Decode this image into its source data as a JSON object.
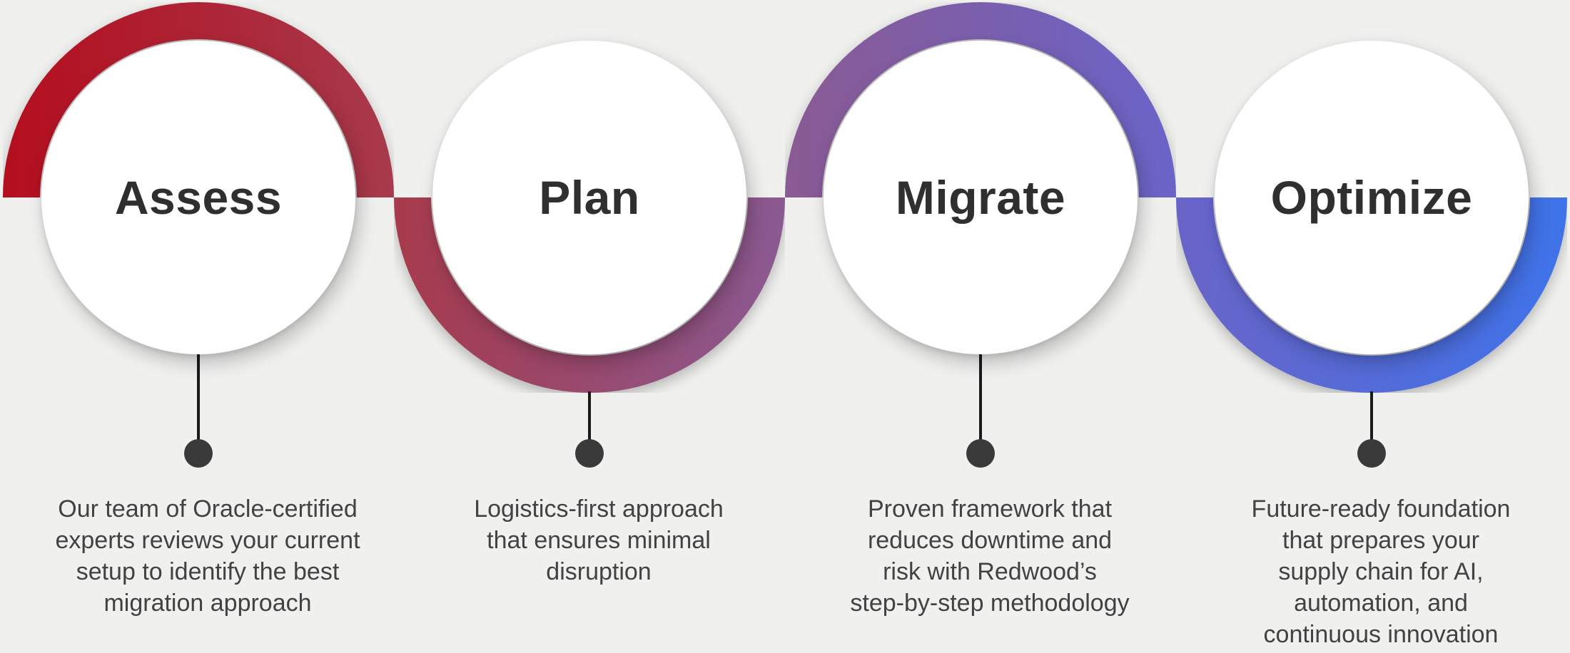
{
  "background": "#f0f0ef",
  "label_color": "#2f2f2f",
  "text_color": "#424242",
  "connector": {
    "line_color": "#1a1a1a",
    "dot_color": "#3a3a3a"
  },
  "steps": [
    {
      "label": "Assess",
      "arc_side": "top",
      "arc_from": "#b40e1e",
      "arc_to": "#a73a4c",
      "description": [
        "Our team of Oracle-certified",
        "experts reviews your current",
        "setup to identify the best",
        "migration approach"
      ]
    },
    {
      "label": "Plan",
      "arc_side": "bottom",
      "arc_from": "#a73a4c",
      "arc_to": "#8a5a92",
      "description": [
        "Logistics-first approach",
        "that ensures minimal",
        "disruption"
      ]
    },
    {
      "label": "Migrate",
      "arc_side": "top",
      "arc_from": "#8a5a92",
      "arc_to": "#6a64c8",
      "description": [
        "Proven framework that",
        "reduces downtime and",
        "risk with Redwood’s",
        "step-by-step methodology"
      ]
    },
    {
      "label": "Optimize",
      "arc_side": "bottom",
      "arc_from": "#6a64c8",
      "arc_to": "#3e73e9",
      "description": [
        "Future-ready foundation",
        "that prepares your",
        "supply chain for AI,",
        "automation, and",
        "continuous innovation"
      ]
    }
  ]
}
